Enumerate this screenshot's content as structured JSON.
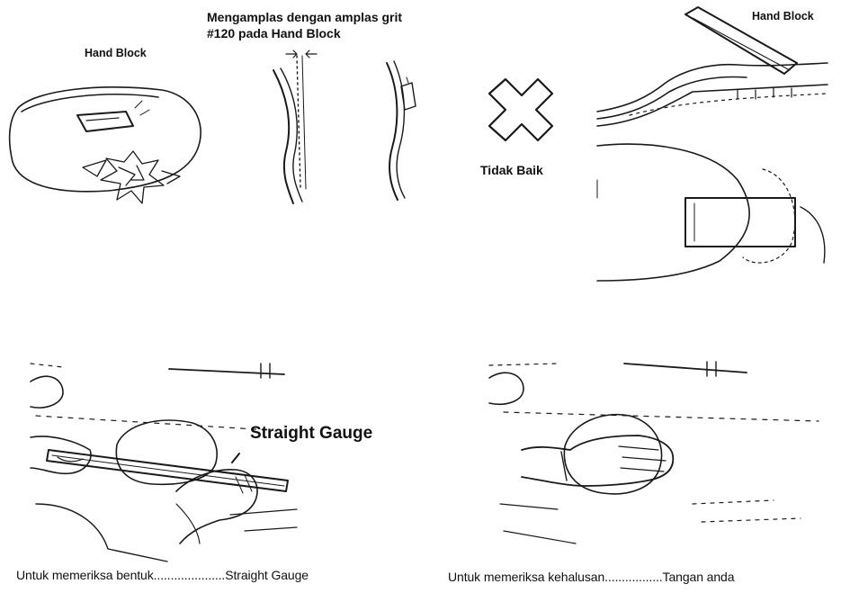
{
  "labels": {
    "hand_block_left": "Hand Block",
    "sanding_note_line1": "Mengamplas dengan amplas grit",
    "sanding_note_line2": "#120 pada Hand Block",
    "tidak_baik": "Tidak Baik",
    "hand_block_right": "Hand Block",
    "straight_gauge": "Straight Gauge",
    "caption_left": "Untuk memeriksa bentuk.....................Straight Gauge",
    "caption_right": "Untuk memeriksa kehalusan.................Tangan anda"
  },
  "icons": {
    "bad_mark": "cross-mark-icon"
  }
}
